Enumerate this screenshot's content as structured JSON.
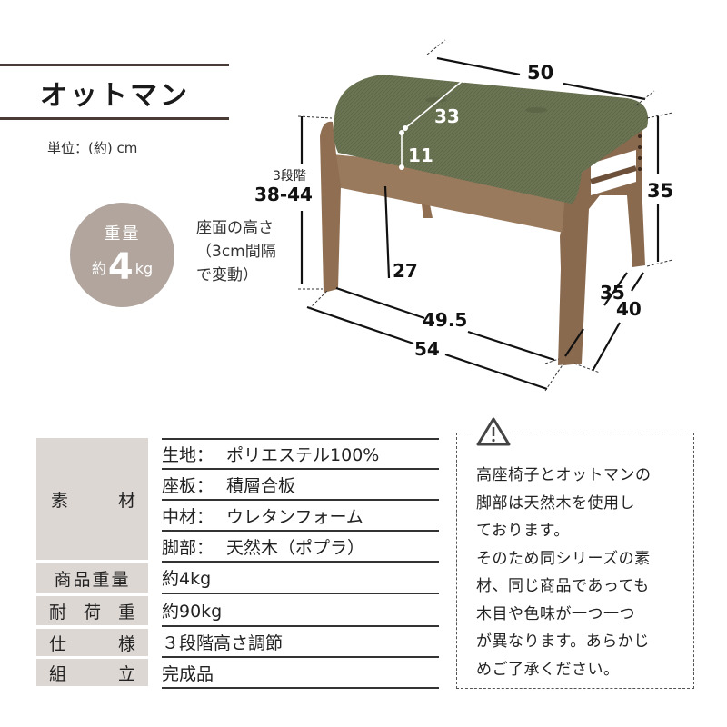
{
  "header": {
    "title": "オットマン",
    "unit_label": "単位：(約) cm"
  },
  "weight_badge": {
    "label": "重量",
    "prefix": "約",
    "value": "4",
    "unit": "kg",
    "color": "#b1a59e"
  },
  "seat_height_note": {
    "lines": [
      "座面の高さ",
      "（3cm間隔",
      "で変動）"
    ]
  },
  "dimensions": {
    "seat_height_steps_label": "3段階",
    "seat_height_range": "38-44",
    "top_width": "50",
    "cushion_depth": "33",
    "cushion_thickness": "11",
    "side_height": "35",
    "under_frame_height": "27",
    "inner_leg_width": "49.5",
    "outer_width": "54",
    "inner_depth": "35",
    "outer_depth": "40"
  },
  "product_colors": {
    "cushion": "#6b7453",
    "wood": "#8a6a4f"
  },
  "spec_table": {
    "materials": {
      "label": "素　材",
      "label_parts": [
        "素",
        "材"
      ],
      "rows": [
        {
          "key": "生地：",
          "value": "ポリエステル100%"
        },
        {
          "key": "座板：",
          "value": "積層合板"
        },
        {
          "key": "中材：",
          "value": "ウレタンフォーム"
        },
        {
          "key": "脚部：",
          "value": "天然木（ポプラ）"
        }
      ]
    },
    "rows": [
      {
        "label": "商品重量",
        "label_parts": [
          "商品重量"
        ],
        "value": "約4kg"
      },
      {
        "label": "耐荷重",
        "label_parts": [
          "耐",
          "荷",
          "重"
        ],
        "value": "約90kg"
      },
      {
        "label": "仕様",
        "label_parts": [
          "仕",
          "様"
        ],
        "value": "３段階高さ調節"
      },
      {
        "label": "組立",
        "label_parts": [
          "組",
          "立"
        ],
        "value": "完成品"
      }
    ],
    "label_bg": "#ddd7d3"
  },
  "notice": {
    "icon": "warning-triangle-icon",
    "lines": [
      "高座椅子とオットマンの",
      "脚部は天然木を使用し",
      "ております。",
      "そのため同シリーズの素",
      "材、同じ商品であっても",
      "木目や色味が一つ一つ",
      "が異なります。あらかじ",
      "めご了承ください。"
    ]
  }
}
